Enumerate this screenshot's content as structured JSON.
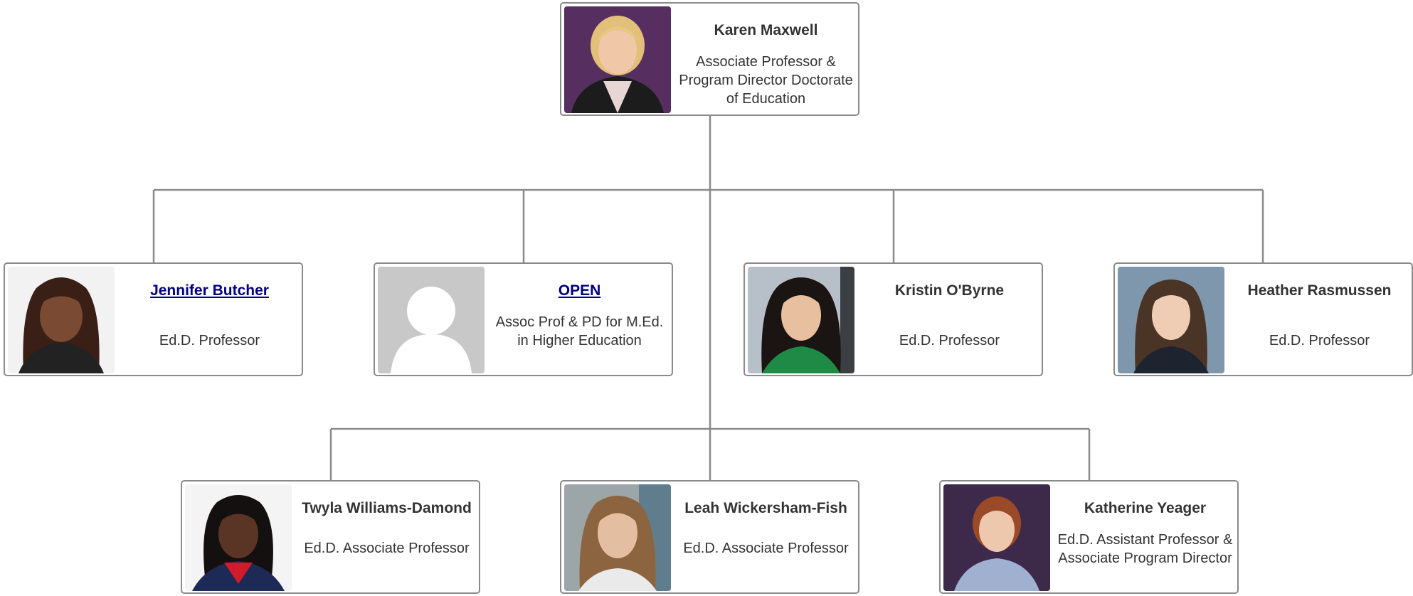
{
  "org": {
    "root": {
      "name": "Karen Maxwell",
      "title": "Associate Professor & Program Director Doctorate of Education"
    },
    "row1": [
      {
        "name": "Jennifer Butcher",
        "title": "Ed.D. Professor"
      },
      {
        "name": "OPEN",
        "title": "Assoc Prof & PD for M.Ed. in Higher Education"
      },
      {
        "name": "Kristin O'Byrne",
        "title": "Ed.D. Professor"
      },
      {
        "name": "Heather Rasmussen",
        "title": "Ed.D. Professor"
      }
    ],
    "row2": [
      {
        "name": "Twyla Williams-Damond",
        "title": "Ed.D. Associate Professor"
      },
      {
        "name": "Leah Wickersham-Fish",
        "title": "Ed.D. Associate Professor"
      },
      {
        "name": "Katherine Yeager",
        "title": "Ed.D. Assistant Professor & Associate Program Director"
      }
    ]
  },
  "colors": {
    "connector": "#8a8a8a",
    "card_border": "#8a8a8a",
    "link": "#000080",
    "text": "#333333",
    "placeholder_bg": "#c8c8c8"
  }
}
